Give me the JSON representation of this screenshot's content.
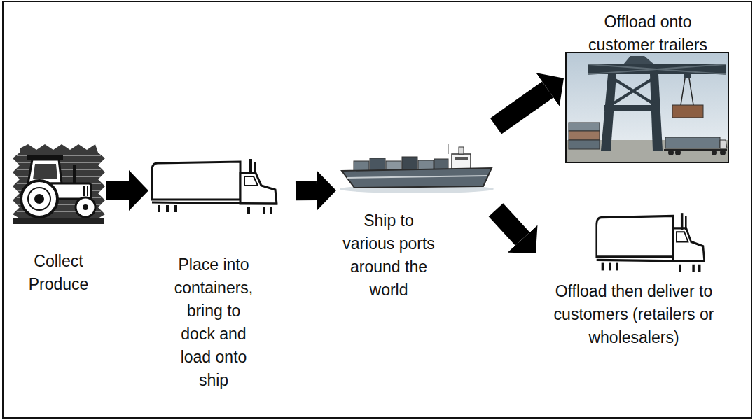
{
  "diagram": {
    "nodes": [
      {
        "text": [
          "Collect Produce"
        ]
      },
      {
        "text": [
          "Place into containers, bring to dock and load onto ship"
        ]
      },
      {
        "text": [
          "Ship to various ports around the world"
        ]
      },
      {
        "text": [
          "Offload onto customer trailers"
        ]
      },
      {
        "text": [
          "Offload then deliver to customers (retailers or wholesalers)"
        ]
      }
    ],
    "edges": [
      {
        "from": 0,
        "to": 1,
        "arrow": "to"
      },
      {
        "from": 1,
        "to": 2,
        "arrow": "to"
      },
      {
        "from": 2,
        "to": 3,
        "arrow": "to"
      },
      {
        "from": 2,
        "to": 4,
        "arrow": "to"
      }
    ]
  }
}
